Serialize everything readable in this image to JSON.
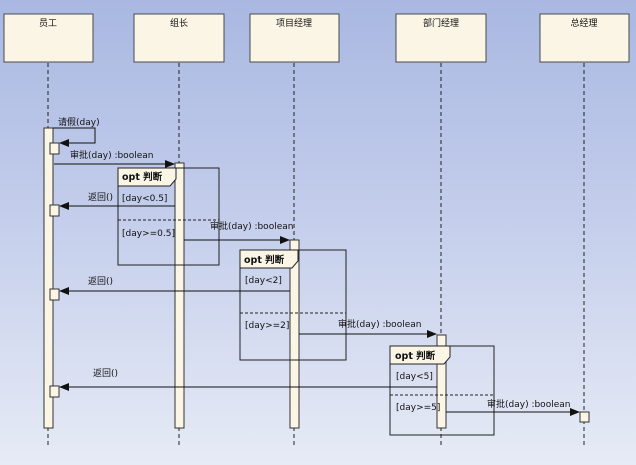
{
  "lifelines": [
    {
      "id": "employee",
      "label": "员工"
    },
    {
      "id": "leader",
      "label": "组长"
    },
    {
      "id": "pm",
      "label": "项目经理"
    },
    {
      "id": "dm",
      "label": "部门经理"
    },
    {
      "id": "gm",
      "label": "总经理"
    }
  ],
  "messages": [
    {
      "id": "request",
      "label": "请假(day)"
    },
    {
      "id": "approve1",
      "label": "审批(day) :boolean"
    },
    {
      "id": "return1",
      "label": "返回()"
    },
    {
      "id": "approve2",
      "label": "审批(day) :boolean"
    },
    {
      "id": "return2",
      "label": "返回()"
    },
    {
      "id": "approve3",
      "label": "审批(day) :boolean"
    },
    {
      "id": "return3",
      "label": "返回()"
    },
    {
      "id": "approve4",
      "label": "审批(day) :boolean"
    }
  ],
  "fragments": [
    {
      "id": "opt1",
      "title": "opt 判断",
      "guards": [
        "[day<0.5]",
        "[day>=0.5]"
      ]
    },
    {
      "id": "opt2",
      "title": "opt 判断",
      "guards": [
        "[day<2]",
        "[day>=2]"
      ]
    },
    {
      "id": "opt3",
      "title": "opt 判断",
      "guards": [
        "[day<5]",
        "[day>=5]"
      ]
    }
  ]
}
